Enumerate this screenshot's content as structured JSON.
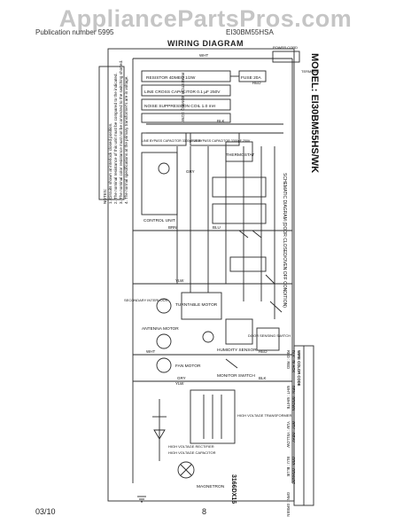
{
  "watermark": "AppliancePartsPros.com",
  "header": {
    "left": "Publication number 5995",
    "right": "EI30BM55HSA"
  },
  "page_title": "WIRING DIAGRAM",
  "model": "MODEL: EI30BM55HS/WK",
  "notes": {
    "heading": "NOTES:",
    "lines": [
      "1. Circuits shown at interlock closed position.",
      "2. The nominal resistance of this unit must be compared to the indicated.",
      "3. The nominal color resistance must not be connected to the switching shorted.",
      "4. The normal specifications at the primary transformer's are in voltage."
    ]
  },
  "components": {
    "power_cord": "POWER CORD",
    "terminal": "TERMINAL",
    "fuse": "FUSE 20A",
    "resistor": "RESISTOR 4DMEQ 1/2W",
    "line_cross_cap": "LINE CROSS CAPACITOR 0.1 µF 250V",
    "noise_coil": "NOISE SUPPRESSION COIL 1.0 mH",
    "bypass_cap_left": "LINE BYPASS CAPACITOR 3300pF 250V",
    "bypass_cap_right": "LINE BYPASS CAPACITOR 3300pF 250V",
    "thermostat": "THERMOSTAT",
    "interlock_switch": "DOOR SENSING SWITCH",
    "schematic_note": "SCHEMATIC DIAGRAM (DOOR CLOSED/OVEN OFF CONDITION)",
    "turntable_motor": "TURNTABLE MOTOR",
    "antenna_motor": "ANTENNA MOTOR",
    "fan_motor": "FAN MOTOR",
    "humidity_sensor": "HUMIDITY SENSOR",
    "monitor_switch": "MONITOR SWITCH",
    "hv_transformer": "HIGH VOLTAGE TRANSFORMER",
    "hv_rectifier": "HIGH VOLTAGE RECTIFIER",
    "hv_capacitor": "HIGH VOLTAGE CAPACITOR",
    "magnetron": "MAGNETRON",
    "part_number": "3166DX16",
    "secondary_interlock": "SECONDARY INTERLOCK",
    "control_unit": "CONTROL UNIT"
  },
  "wire_codes": {
    "heading": "WIRE COLOR CODE",
    "entries": [
      "BLK : BLACK",
      "BRN : BROWN",
      "GRY : GRAY",
      "ORG : ORANGE",
      "RED : RED",
      "WHT : WHITE",
      "YLW : YELLOW",
      "BLU : BLUE",
      "GRN : GREEN"
    ]
  },
  "wire_labels": [
    "WHT",
    "BLK",
    "RED",
    "GRY",
    "BRN",
    "BLU",
    "YLW",
    "WHT",
    "RED",
    "BLK",
    "GRY",
    "YLW"
  ],
  "footer": {
    "date": "03/10",
    "page": "8"
  },
  "colors": {
    "line": "#2a2a2a",
    "watermark": "#969696"
  }
}
